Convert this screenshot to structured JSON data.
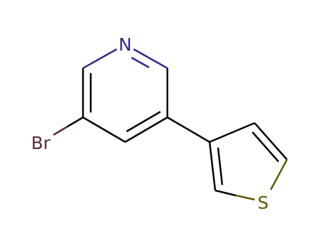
{
  "molecule": {
    "atoms": {
      "n1": {
        "symbol": "N",
        "color": "#2e2a8a"
      },
      "br": {
        "symbol": "Br",
        "color": "#5c2a35"
      },
      "s1": {
        "symbol": "S",
        "color": "#5e5a00"
      }
    },
    "colors": {
      "bond": "#000000",
      "background": "#ffffff"
    }
  }
}
